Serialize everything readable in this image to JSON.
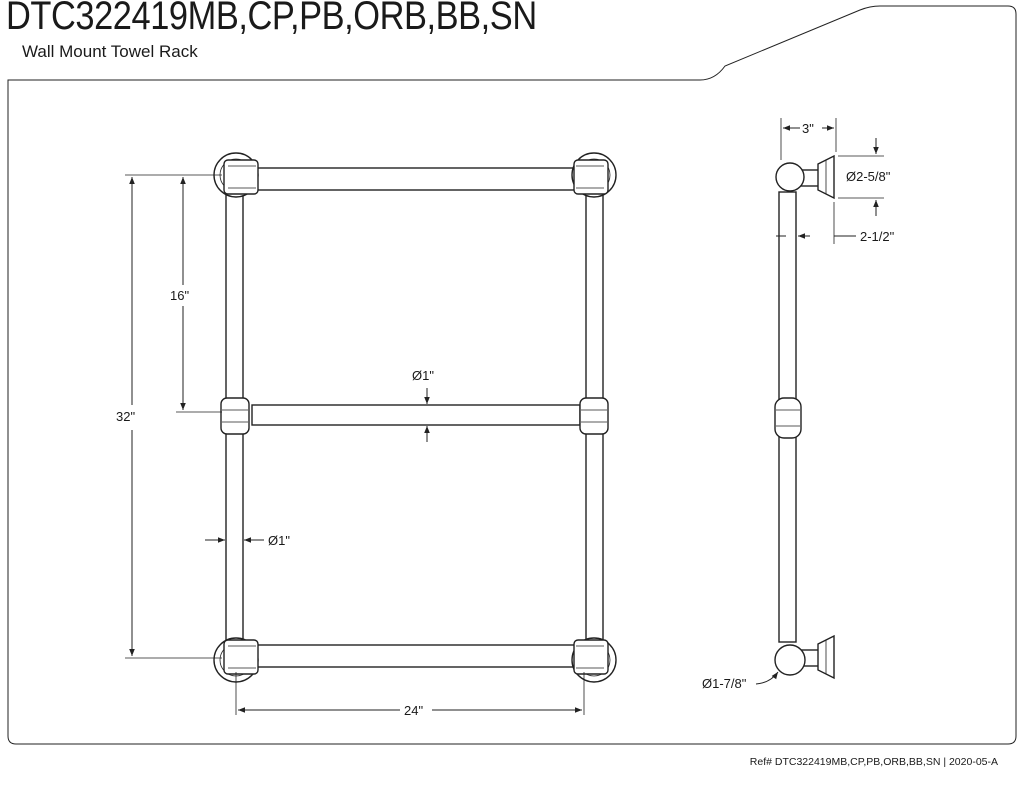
{
  "header": {
    "model": "DTC322419MB,CP,PB,ORB,BB,SN",
    "product": "Wall Mount Towel Rack"
  },
  "front_view": {
    "height_total": "32\"",
    "height_middle": "16\"",
    "width": "24\"",
    "bar_diameter": "Ø1\"",
    "post_diameter": "Ø1\""
  },
  "side_view": {
    "projection": "3\"",
    "flange_diameter": "Ø2-5/8\"",
    "flange_depth": "2-1/2\"",
    "ball_diameter": "Ø1-7/8\""
  },
  "footer": {
    "ref": "Ref# DTC322419MB,CP,PB,ORB,BB,SN | 2020-05-A"
  }
}
